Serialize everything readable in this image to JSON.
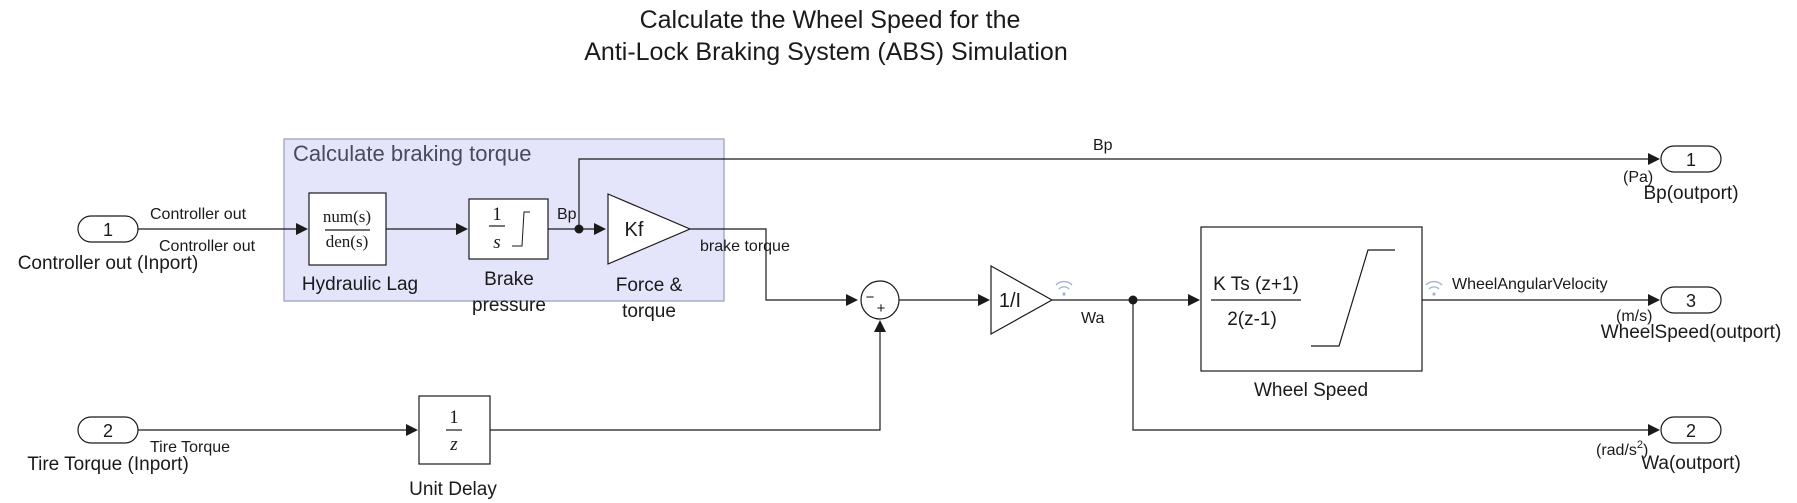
{
  "title": {
    "line1": "Calculate the Wheel Speed for the",
    "line2": "Anti-Lock Braking System (ABS) Simulation"
  },
  "area": {
    "label": "Calculate braking torque",
    "fill": "#e4e4fb",
    "stroke": "#9a9ab8"
  },
  "inports": [
    {
      "number": "1",
      "label": "Controller out (Inport)"
    },
    {
      "number": "2",
      "label": "Tire Torque (Inport)"
    }
  ],
  "outports": [
    {
      "number": "1",
      "label": "Bp(outport)",
      "unit": "(Pa)"
    },
    {
      "number": "3",
      "label": "WheelSpeed(outport)",
      "unit": "(m/s)"
    },
    {
      "number": "2",
      "label": "Wa(outport)",
      "unit": "(rad/s",
      "unit_sup": "2",
      "unit_close": ")"
    }
  ],
  "blocks": {
    "hydraulic_lag": {
      "num": "num(s)",
      "den": "den(s)",
      "label": "Hydraulic Lag"
    },
    "integrator": {
      "num": "1",
      "den": "s",
      "label_line1": "Brake",
      "label_line2": "pressure"
    },
    "gain_kf": {
      "text": "Kf",
      "label_line1": "Force &",
      "label_line2": "torque"
    },
    "sum": {
      "minus": "−",
      "plus": "+"
    },
    "gain_inv_i": {
      "text": "1/I"
    },
    "wheel_speed": {
      "num": "K Ts (z+1)",
      "den": "2(z-1)",
      "label": "Wheel Speed"
    },
    "unit_delay": {
      "num": "1",
      "den": "z",
      "label": "Unit Delay"
    }
  },
  "signals": {
    "controller_out_top": "Controller out",
    "controller_out_bottom": "Controller out",
    "bp_short": "Bp",
    "bp_line": "Bp",
    "brake_torque": "brake torque",
    "wa": "Wa",
    "wheel_angular_velocity": "WheelAngularVelocity",
    "tire_torque": "Tire Torque"
  },
  "icons": [
    "wifi-signal-icon",
    "saturation-curve-icon",
    "branch-point-icon"
  ]
}
